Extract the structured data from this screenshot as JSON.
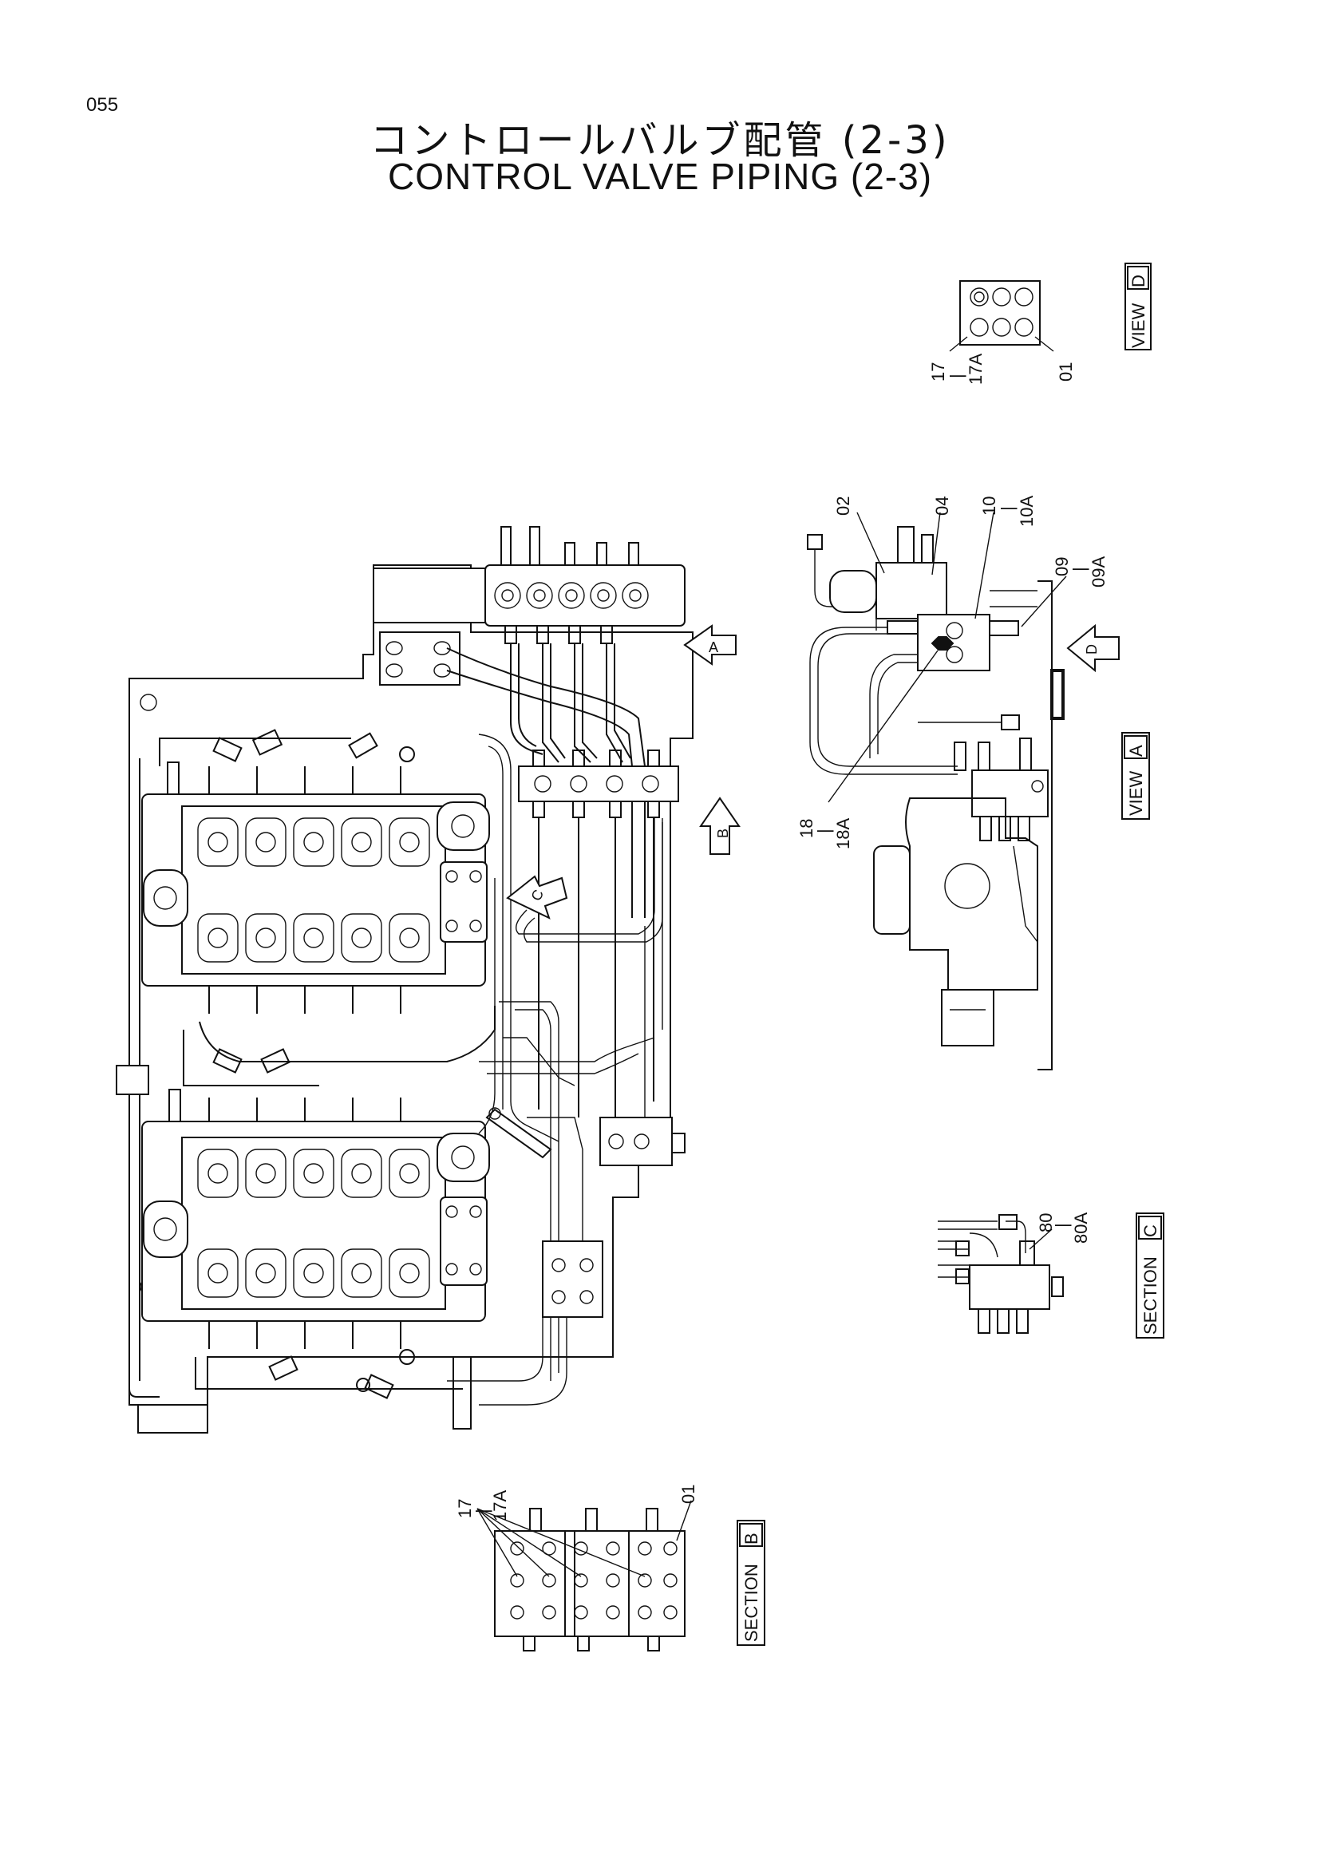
{
  "header": {
    "page_number": "055",
    "title_jp": "コントロールバルブ配管 (2-3)",
    "title_en": "CONTROL VALVE PIPING (2-3)"
  },
  "view_d": {
    "label_prefix": "VIEW",
    "label_letter": "D",
    "callouts": [
      "17",
      "|",
      "17A",
      "01"
    ]
  },
  "view_a": {
    "label_prefix": "VIEW",
    "label_letter": "A",
    "callouts": [
      "02",
      "04",
      "10",
      "|",
      "10A",
      "09",
      "|",
      "09A",
      "18",
      "|",
      "18A"
    ]
  },
  "section_c": {
    "label_prefix": "SECTION",
    "label_letter": "C",
    "callouts": [
      "80",
      "|",
      "80A"
    ]
  },
  "section_b": {
    "label_prefix": "SECTION",
    "label_letter": "B",
    "callouts": [
      "17",
      "|",
      "17A",
      "01"
    ]
  },
  "view_arrows": [
    "A",
    "B",
    "C",
    "D"
  ]
}
